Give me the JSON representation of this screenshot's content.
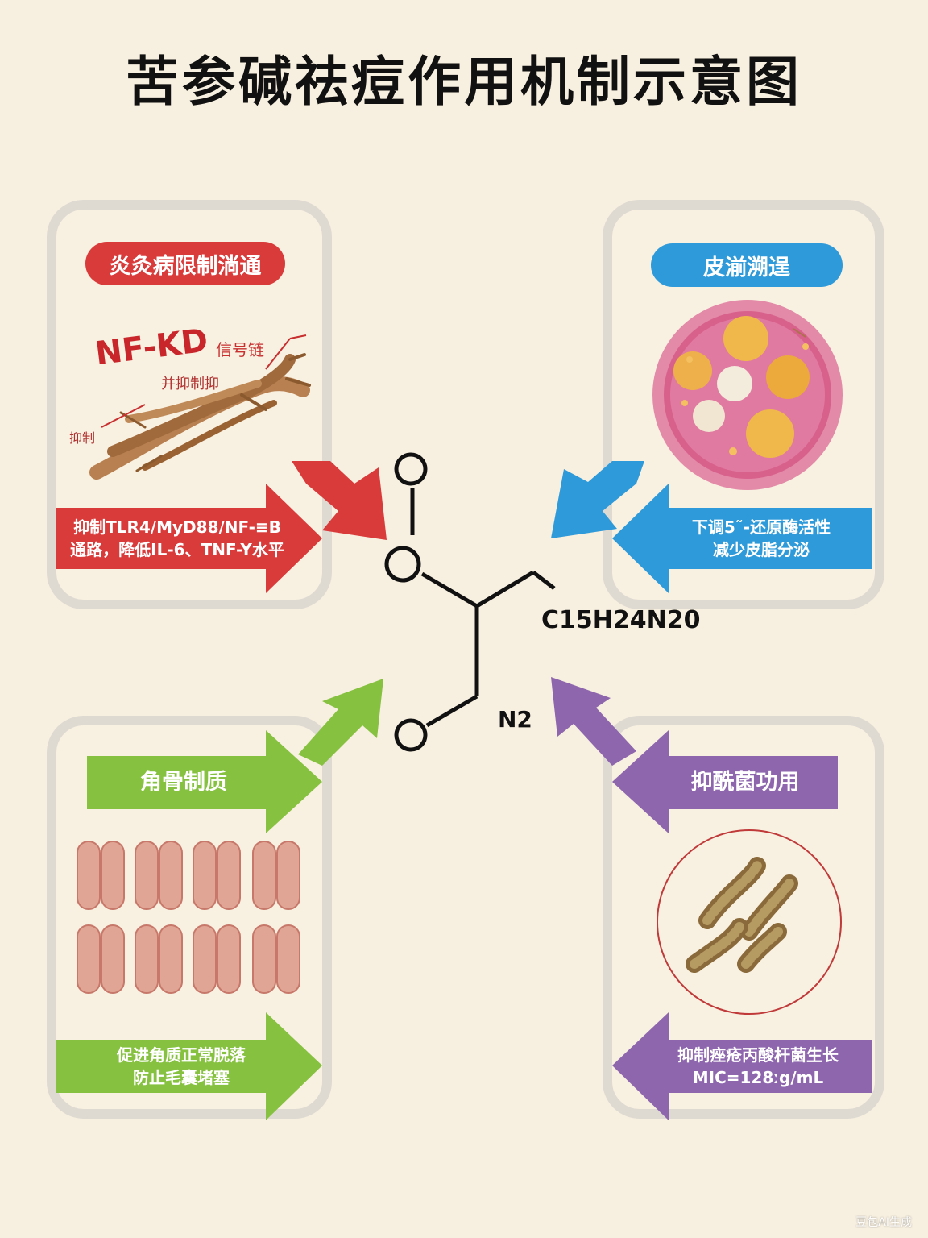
{
  "title": "苦参碱祛痘作用机制示意图",
  "panels": {
    "top_left": {
      "pill": "炎灸病限制淌通",
      "nfkd_main": "NF-KD",
      "nfkd_sub": "信号链",
      "label_small_1": "并抑制抑",
      "label_small_2": "抑制",
      "arrow_line1": "抑制TLR4/MyD88/NF-≡B",
      "arrow_line2": "通路，降低IL-6、TNF-Y水平",
      "color": "#d93a3a"
    },
    "top_right": {
      "pill": "皮湔溯逞",
      "arrow_line1": "下调5˜-还原酶活性",
      "arrow_line2": "减少皮脂分泌",
      "color": "#2f9ad9"
    },
    "bottom_left": {
      "pill": "角骨制质",
      "arrow_line1": "促进角质正常脱落",
      "arrow_line2": "防止毛囊堵塞",
      "color": "#86c140"
    },
    "bottom_right": {
      "pill": "抑酰菌功用",
      "arrow_line1": "抑制痤疮丙酸杆菌生长",
      "arrow_line2": "MIC=128ːg/mL",
      "color": "#8e66ae"
    }
  },
  "molecule": {
    "formula": "C15H24N20",
    "n_label": "N2"
  },
  "watermark": "豆包AI生成"
}
